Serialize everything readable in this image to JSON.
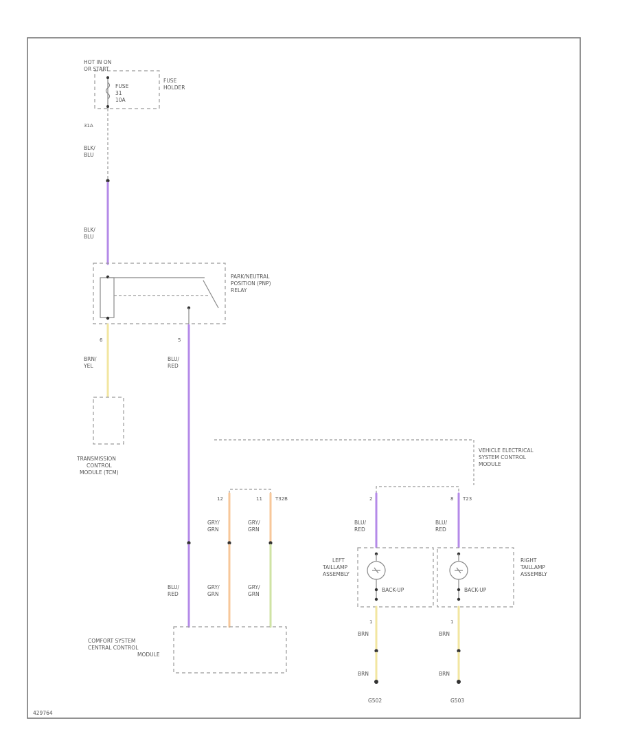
{
  "colors": {
    "purple": "#b48ae8",
    "yellow": "#f2e6a0",
    "orange": "#f7c79a",
    "green": "#cfe3a4",
    "outline": "#9a9a9a"
  },
  "labels": {
    "hot_in_on": "HOT IN ON",
    "or_start": "OR START",
    "fuse": "FUSE",
    "fuse_num": "31",
    "fuse_amp": "10A",
    "fuse_holder_1": "FUSE",
    "fuse_holder_2": "HOLDER",
    "pin_31a": "31A",
    "blk_blu_1a": "BLK/",
    "blk_blu_1b": "BLU",
    "blk_blu_2a": "BLK/",
    "blk_blu_2b": "BLU",
    "relay_1": "PARK/NEUTRAL",
    "relay_2": "POSITION (PNP)",
    "relay_3": "RELAY",
    "pin_6": "6",
    "pin_5": "5",
    "brn_yel_a": "BRN/",
    "brn_yel_b": "YEL",
    "blu_red_1a": "BLU/",
    "blu_red_1b": "RED",
    "tcm_1": "TRANSMISSION",
    "tcm_2": "CONTROL",
    "tcm_3": "MODULE (TCM)",
    "vesc_1": "VEHICLE ELECTRICAL",
    "vesc_2": "SYSTEM CONTROL",
    "vesc_3": "MODULE",
    "pin_12": "12",
    "pin_11": "11",
    "t32b": "T32B",
    "gry_grn_1a": "GRY/",
    "gry_grn_1b": "GRN",
    "gry_grn_2a": "GRY/",
    "gry_grn_2b": "GRN",
    "pin_2": "2",
    "pin_8": "8",
    "t23": "T23",
    "blu_red_2a": "BLU/",
    "blu_red_2b": "RED",
    "blu_red_3a": "BLU/",
    "blu_red_3b": "RED",
    "left_tl_1": "LEFT",
    "left_tl_2": "TAILLAMP",
    "left_tl_3": "ASSEMBLY",
    "right_tl_1": "RIGHT",
    "right_tl_2": "TAILLAMP",
    "right_tl_3": "ASSEMBLY",
    "backup_l": "BACK-UP",
    "backup_r": "BACK-UP",
    "blu_red_4a": "BLU/",
    "blu_red_4b": "RED",
    "gry_grn_3a": "GRY/",
    "gry_grn_3b": "GRN",
    "gry_grn_4a": "GRY/",
    "gry_grn_4b": "GRN",
    "ccm_1": "COMFORT SYSTEM",
    "ccm_2": "CENTRAL CONTROL",
    "ccm_3": "MODULE",
    "pin_1l": "1",
    "pin_1r": "1",
    "brn_1": "BRN",
    "brn_2": "BRN",
    "brn_3": "BRN",
    "brn_4": "BRN",
    "g502": "G502",
    "g503": "G503",
    "diagram_id": "429764"
  }
}
